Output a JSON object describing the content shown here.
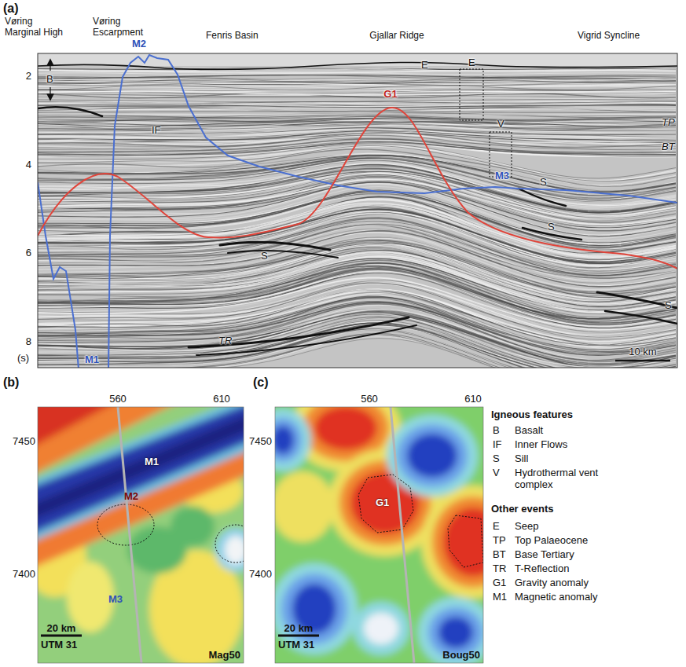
{
  "diagram": {
    "labels": [
      "(a)",
      "Vøring Marginal High",
      "Vøring Escarpment",
      "Fenris Basin",
      "Gjallar Ridge",
      "Vigrid Syncline",
      "2",
      "4",
      "6",
      "8",
      "(s)",
      "B",
      "IF",
      "M2",
      "E",
      "E",
      "G1",
      "V",
      "TP",
      "BT",
      "M3",
      "S",
      "S",
      "S",
      "S",
      "TR",
      "M1",
      "10 km",
      "(b)",
      "560",
      "610",
      "7450",
      "7400",
      "M1",
      "M2",
      "M3",
      "20 km",
      "UTM 31",
      "Mag50",
      "(c)",
      "560",
      "610",
      "7450",
      "7400",
      "G1",
      "20 km",
      "UTM 31",
      "Boug50",
      "Igneous features",
      "B",
      "Basalt",
      "IF",
      "Inner Flows",
      "S",
      "Sill",
      "V",
      "Hydrothermal vent complex",
      "Other events",
      "E",
      "Seep",
      "TP",
      "Top Palaeocene",
      "BT",
      "Base Tertiary",
      "TR",
      "T-Reflection",
      "G1",
      "Gravity anomaly",
      "M1",
      "Magnetic anomaly"
    ]
  }
}
